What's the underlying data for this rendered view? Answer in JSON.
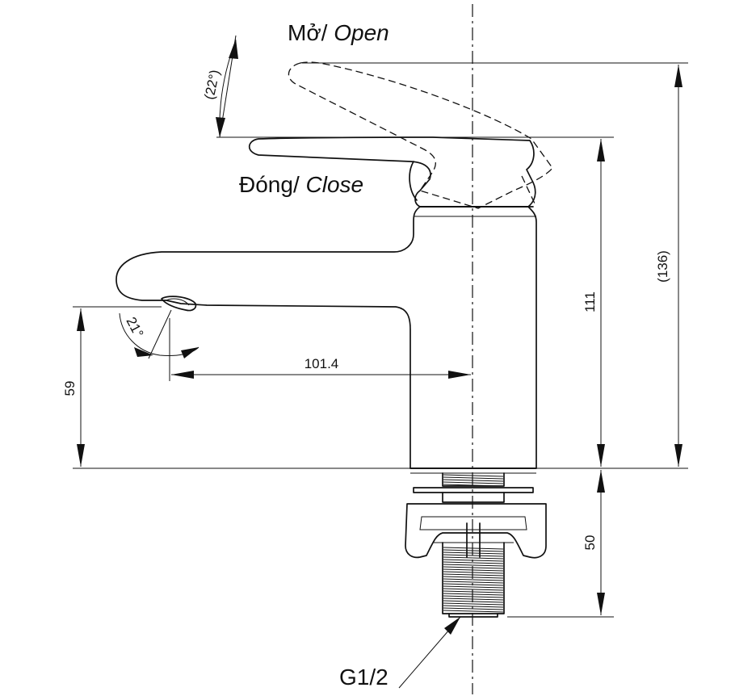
{
  "labels": {
    "open_prefix": "Mở/ ",
    "open_italic": "Open",
    "close_prefix": "Đóng/ ",
    "close_italic": "Close",
    "thread": "G1/2"
  },
  "dimensions": {
    "open_angle": "(22°)",
    "spout_angle": "21°",
    "reach": "101.4",
    "spout_height": "59",
    "body_height": "111",
    "total_height": "(136)",
    "shank_length": "50"
  }
}
